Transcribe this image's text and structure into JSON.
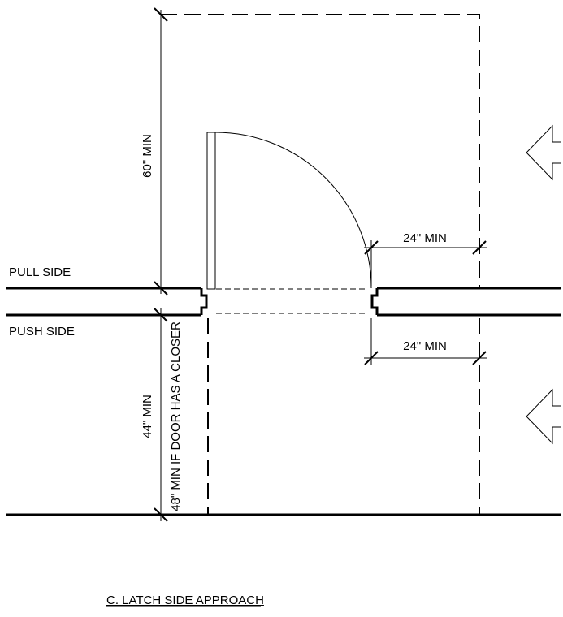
{
  "labels": {
    "pull_side": "PULL SIDE",
    "push_side": "PUSH SIDE",
    "dim_60_min": "60\" MIN",
    "dim_44_min": "44\" MIN",
    "dim_48_min_closer": "48\" MIN IF DOOR HAS A CLOSER",
    "dim_24_min_pull": "24\" MIN",
    "dim_24_min_push": "24\" MIN",
    "caption": "C. LATCH SIDE APPROACH"
  }
}
